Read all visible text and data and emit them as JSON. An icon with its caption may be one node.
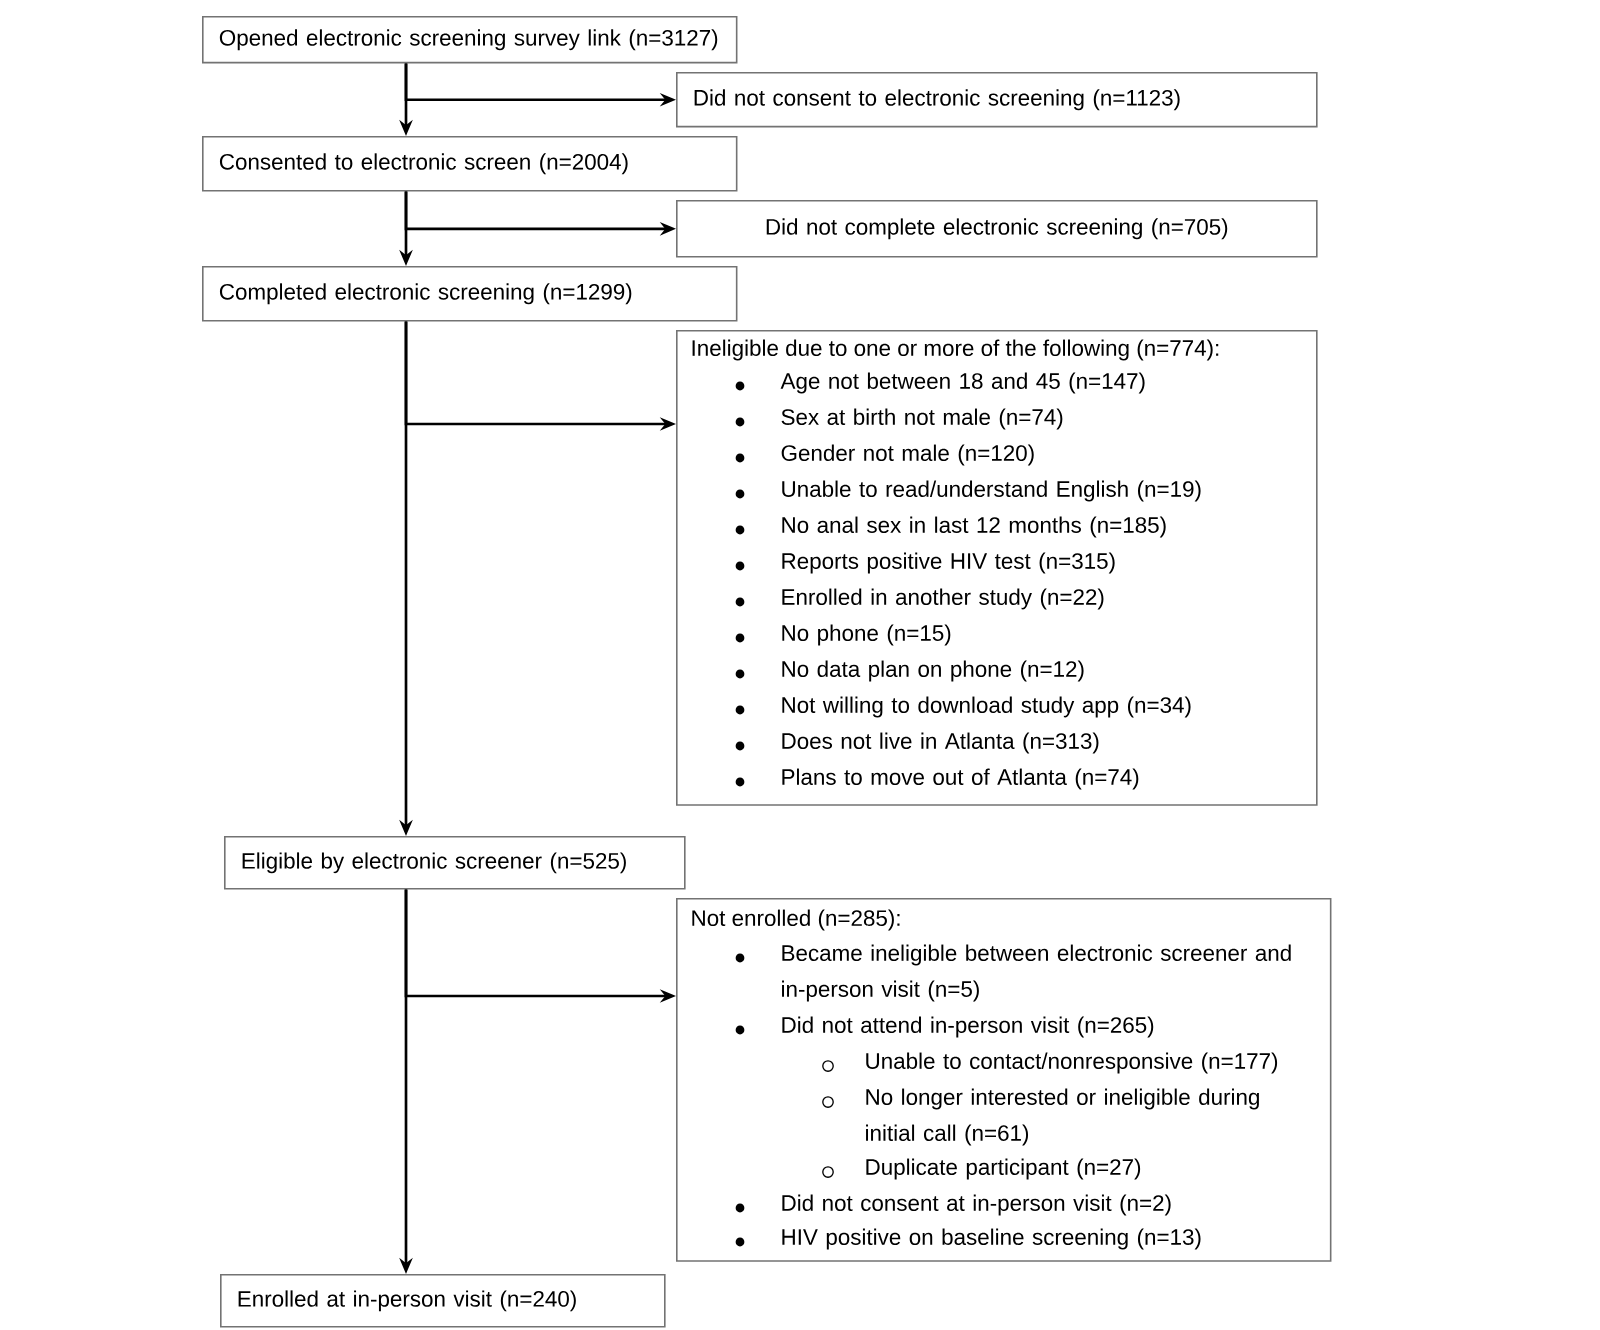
{
  "diagram": {
    "nodes": [
      {
        "text": [
          "Opened electronic screening survey link (n=3127)"
        ]
      },
      {
        "text": [
          "Did not consent to electronic screening (n=1123)"
        ]
      },
      {
        "text": [
          "Consented to electronic screen (n=2004)"
        ]
      },
      {
        "text": [
          "Did not complete electronic screening (n=705)"
        ]
      },
      {
        "text": [
          "Completed electronic screening (n=1299)"
        ]
      },
      {
        "text": [
          "Ineligible due to one or more of the following (n=774):",
          "Age not between 18 and 45 (n=147)",
          "Sex at birth not male (n=74)",
          "Gender not male (n=120)",
          "Unable to read/understand English (n=19)",
          "No anal sex in last 12 months (n=185)",
          "Reports positive HIV test (n=315)",
          "Enrolled in another study (n=22)",
          "No phone (n=15)",
          "No data plan on phone (n=12)",
          "Not willing to download study app (n=34)",
          "Does not live in Atlanta (n=313)",
          "Plans to move out of Atlanta (n=74)"
        ]
      },
      {
        "text": [
          "Eligible by electronic screener (n=525)"
        ]
      },
      {
        "text": [
          "Not enrolled (n=285):",
          "Became ineligible between electronic screener and in-person visit (n=5)",
          "Did not attend in-person visit (n=265)",
          "Unable to contact/nonresponsive (n=177)",
          "No longer interested or ineligible during initial call (n=61)",
          "Duplicate participant (n=27)",
          "Did not consent at in-person visit (n=2)",
          "HIV positive on baseline screening (n=13)"
        ]
      },
      {
        "text": [
          "Enrolled at in-person visit (n=240)"
        ]
      }
    ],
    "edges": [
      {
        "from": 0,
        "to": 2,
        "arrow": "to"
      },
      {
        "from": 0,
        "to": 1,
        "arrow": "to"
      },
      {
        "from": 2,
        "to": 4,
        "arrow": "to"
      },
      {
        "from": 2,
        "to": 3,
        "arrow": "to"
      },
      {
        "from": 4,
        "to": 6,
        "arrow": "to"
      },
      {
        "from": 4,
        "to": 5,
        "arrow": "to"
      },
      {
        "from": 6,
        "to": 8,
        "arrow": "to"
      },
      {
        "from": 6,
        "to": 7,
        "arrow": "to"
      }
    ]
  }
}
